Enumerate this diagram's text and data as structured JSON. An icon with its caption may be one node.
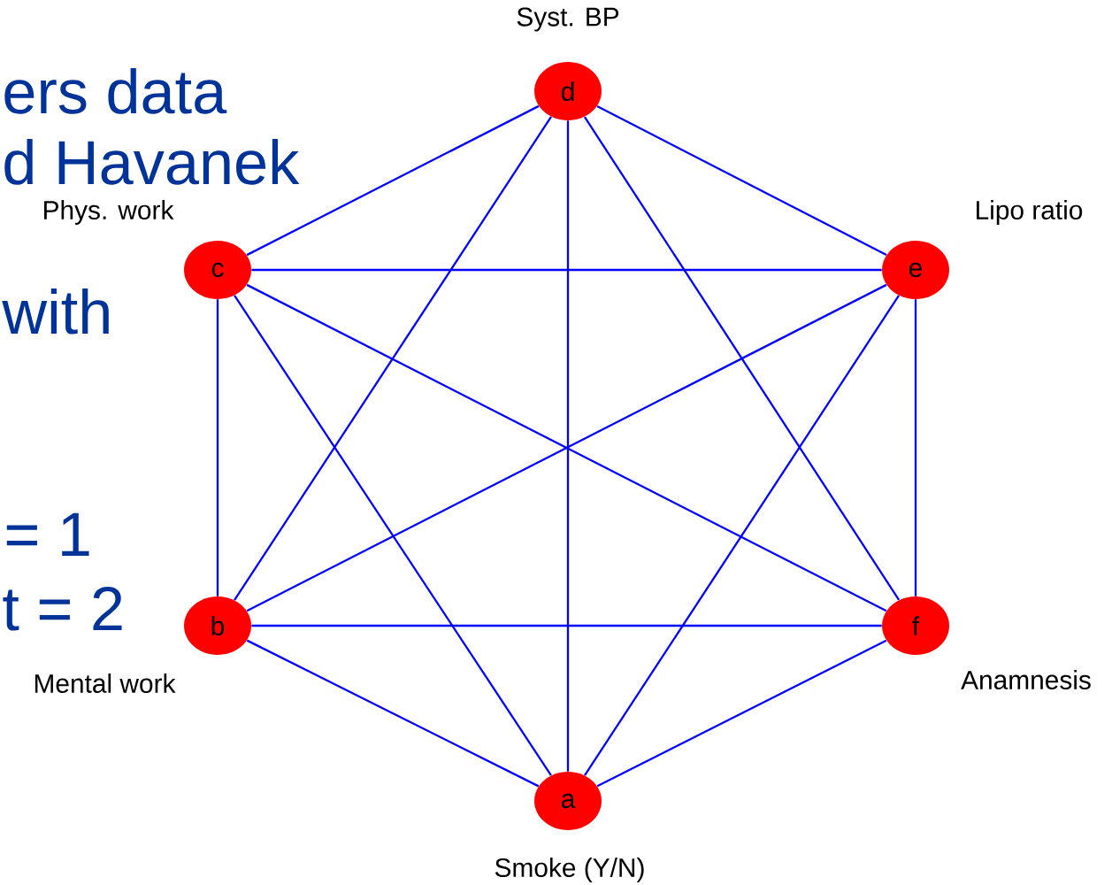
{
  "diagram": {
    "nodes": [
      {
        "text": [
          "d"
        ],
        "beside": [
          "Syst. BP"
        ]
      },
      {
        "text": [
          "c"
        ],
        "beside": [
          "Phys. work"
        ]
      },
      {
        "text": [
          "e"
        ],
        "beside": [
          "Lipo ratio"
        ]
      },
      {
        "text": [
          "b"
        ],
        "beside": [
          "Mental work"
        ]
      },
      {
        "text": [
          "f"
        ],
        "beside": [
          "Anamnesis"
        ]
      },
      {
        "text": [
          "a"
        ],
        "beside": [
          "Smoke (Y/N)"
        ]
      }
    ],
    "edges": [
      {
        "from": 0,
        "to": 1,
        "arrow": "none"
      },
      {
        "from": 0,
        "to": 2,
        "arrow": "none"
      },
      {
        "from": 0,
        "to": 3,
        "arrow": "none"
      },
      {
        "from": 0,
        "to": 4,
        "arrow": "none"
      },
      {
        "from": 0,
        "to": 5,
        "arrow": "none"
      },
      {
        "from": 1,
        "to": 2,
        "arrow": "none"
      },
      {
        "from": 1,
        "to": 3,
        "arrow": "none"
      },
      {
        "from": 1,
        "to": 4,
        "arrow": "none"
      },
      {
        "from": 1,
        "to": 5,
        "arrow": "none"
      },
      {
        "from": 2,
        "to": 3,
        "arrow": "none"
      },
      {
        "from": 2,
        "to": 4,
        "arrow": "none"
      },
      {
        "from": 2,
        "to": 5,
        "arrow": "none"
      },
      {
        "from": 3,
        "to": 4,
        "arrow": "none"
      },
      {
        "from": 3,
        "to": 5,
        "arrow": "none"
      },
      {
        "from": 4,
        "to": 5,
        "arrow": "none"
      }
    ],
    "labels": [
      "ers data",
      "d Havanek",
      "with",
      "= 1",
      "t = 2"
    ]
  }
}
